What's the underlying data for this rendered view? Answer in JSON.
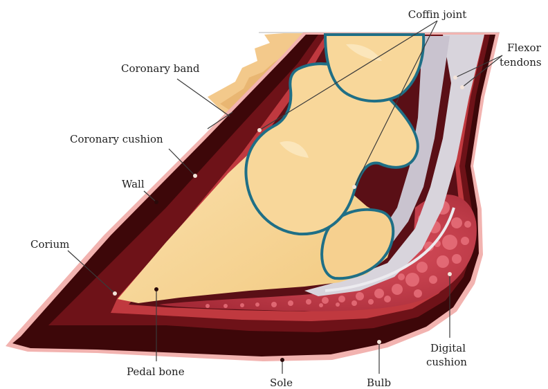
{
  "labels": {
    "coffin_joint": "Coffin joint",
    "coronary_band": "Coronary band",
    "flexor_line1": "Flexor",
    "flexor_line2": "tendons",
    "coronary_cushion": "Coronary cushion",
    "wall": "Wall",
    "corium": "Corium",
    "pedal_bone": "Pedal bone",
    "sole": "Sole",
    "bulb": "Bulb",
    "digital_line1": "Digital",
    "digital_line2": "cushion"
  },
  "colors": {
    "hoof_outer": "#f2b3b0",
    "hoof_wall": "#3d0709",
    "laminae": "#6e1218",
    "corium": "#c0393f",
    "bone": "#f8d79a",
    "bone_highlight": "#fbe6bb",
    "joint_cartilage": "#1f6f86",
    "tendon": "#d8d4dc",
    "digital_cushion": "#c7404f",
    "hair": "#f3c98b"
  }
}
